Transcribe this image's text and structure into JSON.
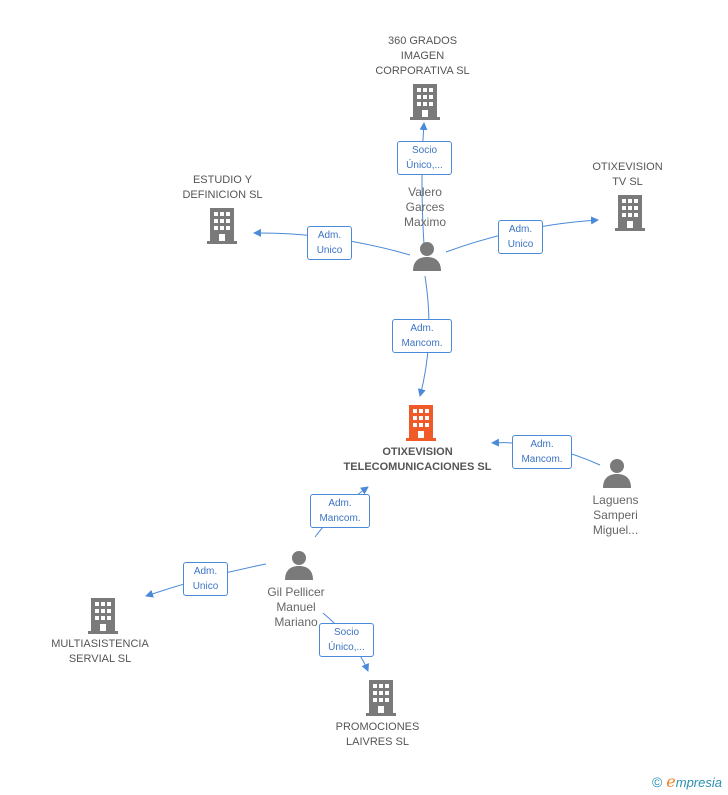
{
  "companies": {
    "main": "OTIXEVISION\nTELECOMUNICACIONES SL",
    "grados": "360 GRADOS\nIMAGEN\nCORPORATIVA SL",
    "estudio": "ESTUDIO Y\nDEFINICION SL",
    "tv": "OTIXEVISION\nTV SL",
    "multi": "MULTIASISTENCIA\nSERVIAL SL",
    "promo": "PROMOCIONES\nLAIVRES SL"
  },
  "people": {
    "valero": "Valero\nGarces\nMaximo",
    "laguens": "Laguens\nSamperi\nMiguel...",
    "gil": "Gil Pellicer\nManuel\nMariano"
  },
  "edges": {
    "valero_grados": "Socio\nÚnico,...",
    "valero_estudio": "Adm.\nUnico",
    "valero_tv": "Adm.\nUnico",
    "valero_main": "Adm.\nMancom.",
    "laguens_main": "Adm.\nMancom.",
    "gil_main": "Adm.\nMancom.",
    "gil_multi": "Adm.\nUnico",
    "gil_promo": "Socio\nÚnico,..."
  },
  "colors": {
    "main_building": "#f05a28",
    "building": "#7a7a7a",
    "person": "#7a7a7a",
    "edge": "#4a8ad8"
  },
  "footer": {
    "copyright": "©",
    "brand_initial": "e",
    "brand_rest": "mpresia"
  }
}
